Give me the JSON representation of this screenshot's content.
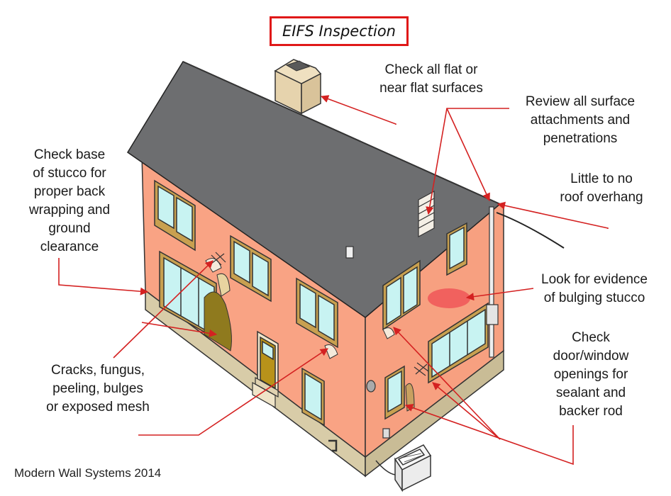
{
  "title": "EIFS Inspection",
  "credit": "Modern Wall Systems 2014",
  "colors": {
    "wall": "#f9a384",
    "roof": "#6d6e70",
    "trim": "#c5b896",
    "glass": "#c8f3f2",
    "arrow": "#d42121",
    "bulge": "#ef5a5a",
    "fungus": "#8f7a1e"
  },
  "callouts": [
    {
      "id": "flat-surfaces",
      "text": "Check all flat or\nnear flat surfaces"
    },
    {
      "id": "attachments",
      "text": "Review all surface\nattachments and\npenetrations"
    },
    {
      "id": "overhang",
      "text": "Little to no\nroof overhang"
    },
    {
      "id": "base",
      "text": "Check base\nof stucco for\nproper back\nwrapping and\nground\nclearance"
    },
    {
      "id": "bulging",
      "text": "Look for evidence\nof bulging stucco"
    },
    {
      "id": "openings",
      "text": "Check\ndoor/window\nopenings for\nsealant and\nbacker rod"
    },
    {
      "id": "cracks",
      "text": "Cracks, fungus,\npeeling, bulges\nor exposed mesh"
    }
  ]
}
